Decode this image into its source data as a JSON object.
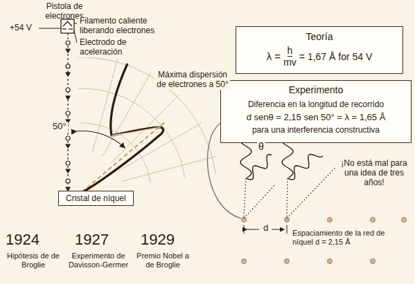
{
  "diagram": {
    "nodes": [
      {
        "text": [
          "Teoría",
          "λ =",
          "h",
          "mv",
          "= 1,67 Å for 54 V"
        ]
      },
      {
        "text": [
          "Experimento",
          "Diferencia en la longitud de recorrido",
          "d senθ = 2,15 sen 50° = λ = 1,65 Å",
          "para una interferencia constructiva"
        ]
      },
      {
        "text": [
          "Cristal de níquel"
        ]
      }
    ],
    "labels": [
      "Pistola de electrones",
      "Filamento caliente liberando electrones",
      "+54 V",
      "Electrodo de aceleración",
      "Máxima dispersión de electrones a 50°",
      "50°",
      "1924",
      "Hipótesis de de Broglie",
      "1927",
      "Experimento de Davisson-Germer",
      "1929",
      "Premio Nobel a de Broglie",
      "¡No está mal para una idea de tres años!",
      "θ",
      "d",
      "Espaciamiento de la red de níquel d = 2,15 Å"
    ]
  }
}
